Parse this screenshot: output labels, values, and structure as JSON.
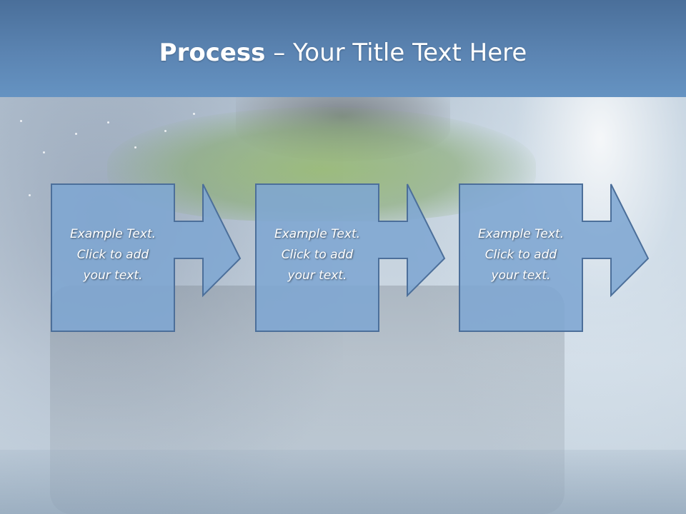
{
  "slide": {
    "title_bold": "Process",
    "title_dash": " – ",
    "title_rest": "Your Title Text Here"
  },
  "steps": [
    {
      "lines": [
        "Example Text.",
        "Click  to add",
        "your text."
      ]
    },
    {
      "lines": [
        "Example Text.",
        "Click  to add",
        "your text."
      ]
    },
    {
      "lines": [
        "Example Text.",
        "Click  to add",
        "your text."
      ]
    }
  ],
  "colors": {
    "title_bar": "#5b84b2",
    "box_fill": "#7ea6d2",
    "box_stroke": "#4c6f9a",
    "text": "#ffffff"
  }
}
